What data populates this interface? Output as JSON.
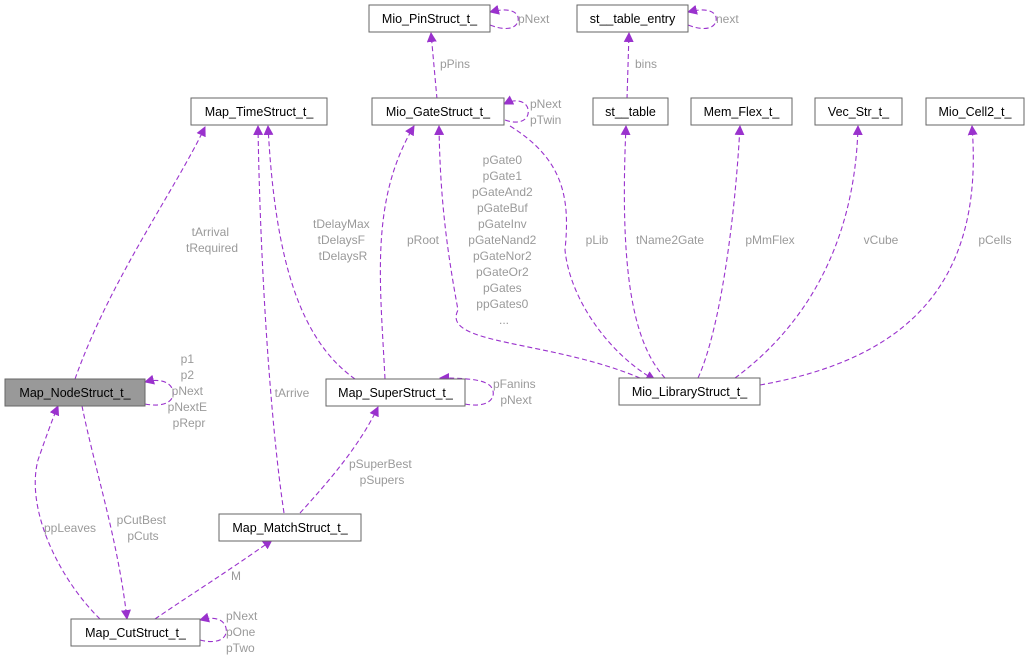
{
  "nodes": {
    "pinstruct": "Mio_PinStruct_t_",
    "tableentry": "st__table_entry",
    "timestruct": "Map_TimeStruct_t_",
    "gatestruct": "Mio_GateStruct_t_",
    "table": "st__table",
    "memflex": "Mem_Flex_t_",
    "vecstr": "Vec_Str_t_",
    "cell2": "Mio_Cell2_t_",
    "nodestruct": "Map_NodeStruct_t_",
    "superstruct": "Map_SuperStruct_t_",
    "library": "Mio_LibraryStruct_t_",
    "matchstruct": "Map_MatchStruct_t_",
    "cutstruct": "Map_CutStruct_t_"
  },
  "labels": {
    "pin_pnext": [
      "pNext"
    ],
    "entry_next": [
      "next"
    ],
    "gate_ppins": [
      "pPins"
    ],
    "table_bins": [
      "bins"
    ],
    "gate_self": [
      "pNext",
      "pTwin"
    ],
    "node_time": [
      "tArrival",
      "tRequired"
    ],
    "super_time": [
      "tDelayMax",
      "tDelaysF",
      "tDelaysR"
    ],
    "super_root": [
      "pRoot"
    ],
    "lib_gates": [
      "pGate0",
      "pGate1",
      "pGateAnd2",
      "pGateBuf",
      "pGateInv",
      "pGateNand2",
      "pGateNor2",
      "pGateOr2",
      "pGates",
      "ppGates0",
      "..."
    ],
    "lib_plib": [
      "pLib"
    ],
    "lib_name2gate": [
      "tName2Gate"
    ],
    "lib_mmflex": [
      "pMmFlex"
    ],
    "lib_vcube": [
      "vCube"
    ],
    "lib_pcells": [
      "pCells"
    ],
    "node_self": [
      "p1",
      "p2",
      "pNext",
      "pNextE",
      "pRepr"
    ],
    "match_tarrive": [
      "tArrive"
    ],
    "super_self": [
      "pFanins",
      "pNext"
    ],
    "match_super": [
      "pSuperBest",
      "pSupers"
    ],
    "cut_leaves": [
      "ppLeaves"
    ],
    "node_cut": [
      "pCutBest",
      "pCuts"
    ],
    "cut_match": [
      "M"
    ],
    "cut_self": [
      "pNext",
      "pOne",
      "pTwo"
    ]
  },
  "colors": {
    "edge": "#9a32cd",
    "label": "#9a9a9a",
    "highlight": "#999999"
  }
}
